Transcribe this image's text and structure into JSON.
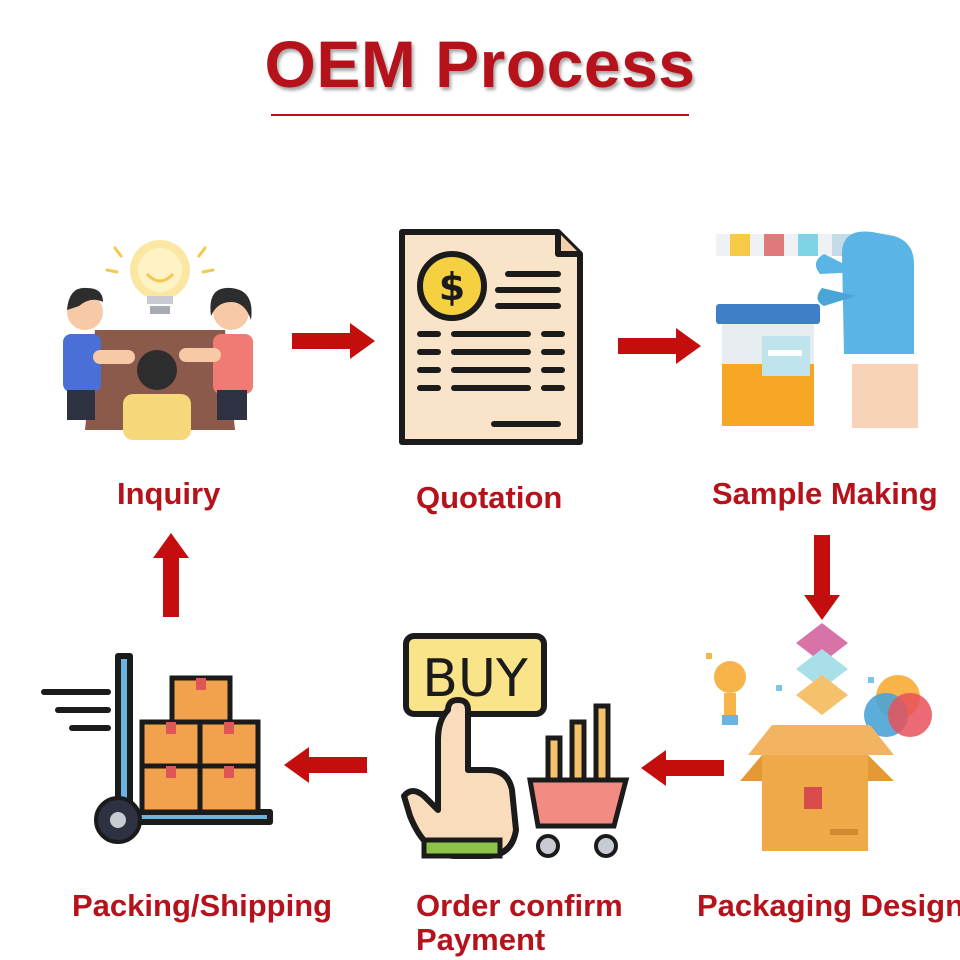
{
  "title": "OEM Process",
  "colors": {
    "accent": "#b5121b",
    "arrow": "#c40d0d"
  },
  "steps": [
    {
      "id": "inquiry",
      "label": "Inquiry",
      "icon": "team-meeting-idea-icon"
    },
    {
      "id": "quotation",
      "label": "Quotation",
      "icon": "quotation-document-icon"
    },
    {
      "id": "sample",
      "label": "Sample Making",
      "icon": "sample-jar-glove-icon"
    },
    {
      "id": "packaging",
      "label": "Packaging Design",
      "icon": "packaging-box-design-icon"
    },
    {
      "id": "order",
      "label_line1": "Order confirm",
      "label_line2": "Payment",
      "icon": "buy-cart-icon"
    },
    {
      "id": "packing",
      "label": "Packing/Shipping",
      "icon": "hand-truck-boxes-icon"
    }
  ],
  "buy_text": "BUY"
}
